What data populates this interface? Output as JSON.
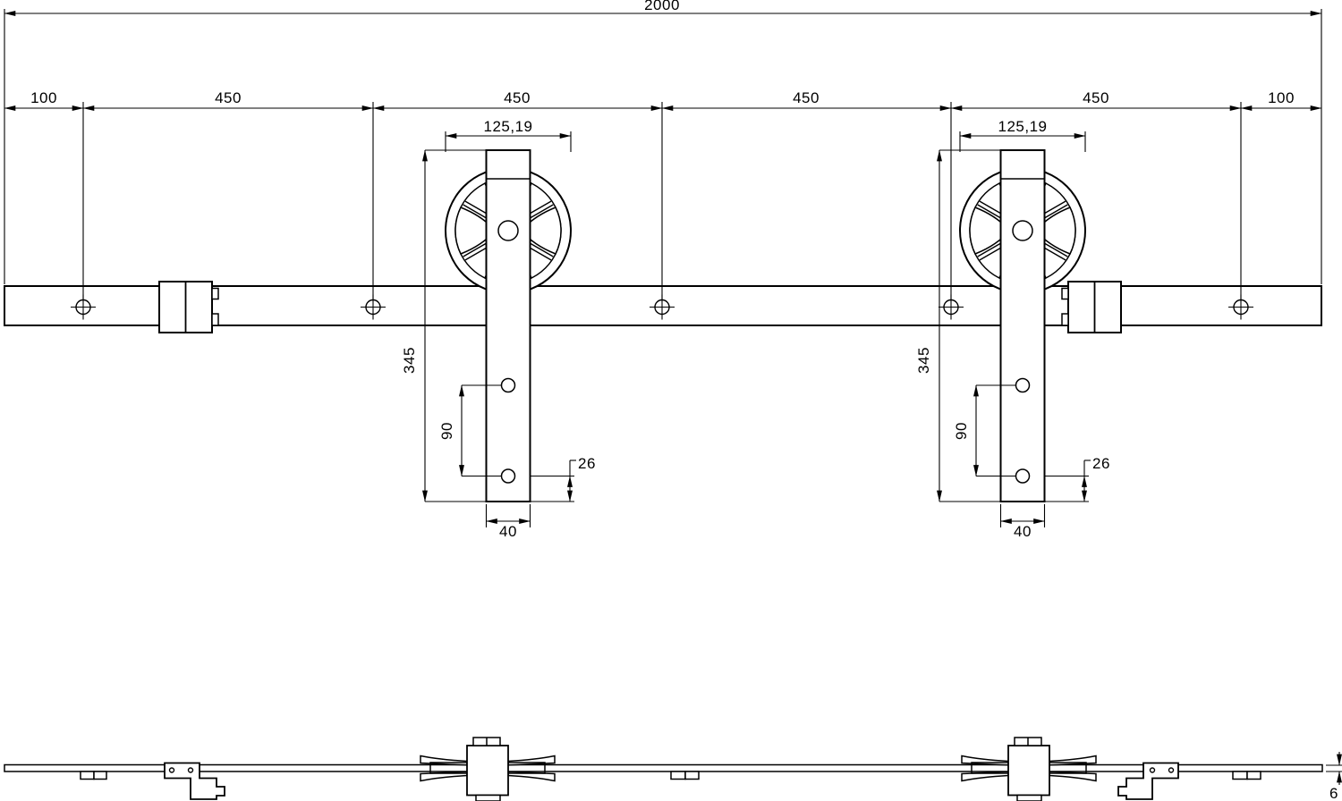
{
  "colors": {
    "line": "#000000",
    "background": "#ffffff"
  },
  "dims": {
    "overall_length": "2000",
    "spacing": [
      "100",
      "450",
      "450",
      "450",
      "450",
      "100"
    ],
    "roller_diameter": "125,19",
    "hanger_length": "345",
    "hole_spacing": "90",
    "hole_to_bottom": "26",
    "strap_width": "40",
    "rail_thickness": "6"
  }
}
